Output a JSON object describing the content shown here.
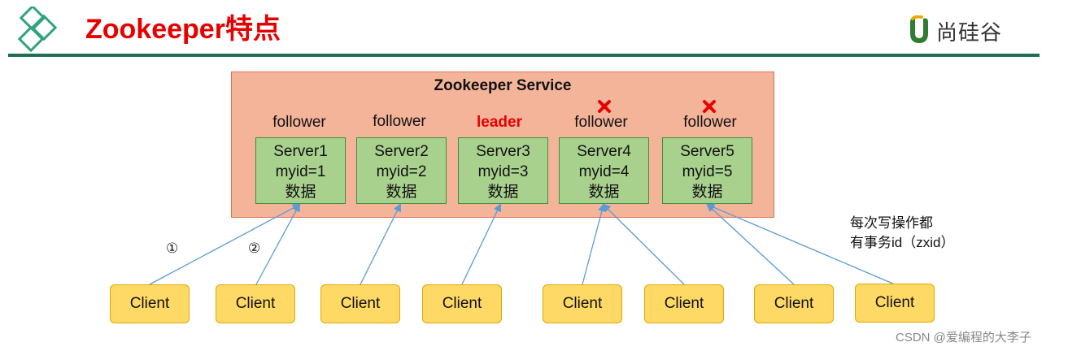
{
  "header": {
    "title": "Zookeeper特点",
    "logo_text": "尚硅谷",
    "logo_letter": "U"
  },
  "service": {
    "title": "Zookeeper Service"
  },
  "servers": [
    {
      "role": "follower",
      "name": "Server1",
      "myid": "myid=1",
      "data": "数据",
      "failed": false,
      "is_leader": false
    },
    {
      "role": "follower",
      "name": "Server2",
      "myid": "myid=2",
      "data": "数据",
      "failed": false,
      "is_leader": false
    },
    {
      "role": "leader",
      "name": "Server3",
      "myid": "myid=3",
      "data": "数据",
      "failed": false,
      "is_leader": true
    },
    {
      "role": "follower",
      "name": "Server4",
      "myid": "myid=4",
      "data": "数据",
      "failed": true,
      "is_leader": false
    },
    {
      "role": "follower",
      "name": "Server5",
      "myid": "myid=5",
      "data": "数据",
      "failed": true,
      "is_leader": false
    }
  ],
  "clients": [
    "Client",
    "Client",
    "Client",
    "Client",
    "Client",
    "Client",
    "Client",
    "Client"
  ],
  "steps": [
    "①",
    "②"
  ],
  "note": {
    "line1": "每次写操作都",
    "line2": "有事务id（zxid）"
  },
  "watermark": "CSDN @爱编程的大李子",
  "colors": {
    "title": "#e60000",
    "rule": "#1e6e55",
    "service_bg": "#f4b49a",
    "server_bg": "#a9d18e",
    "client_bg": "#ffd966",
    "arrow": "#5b9bd5",
    "fail_mark": "#e60000"
  }
}
